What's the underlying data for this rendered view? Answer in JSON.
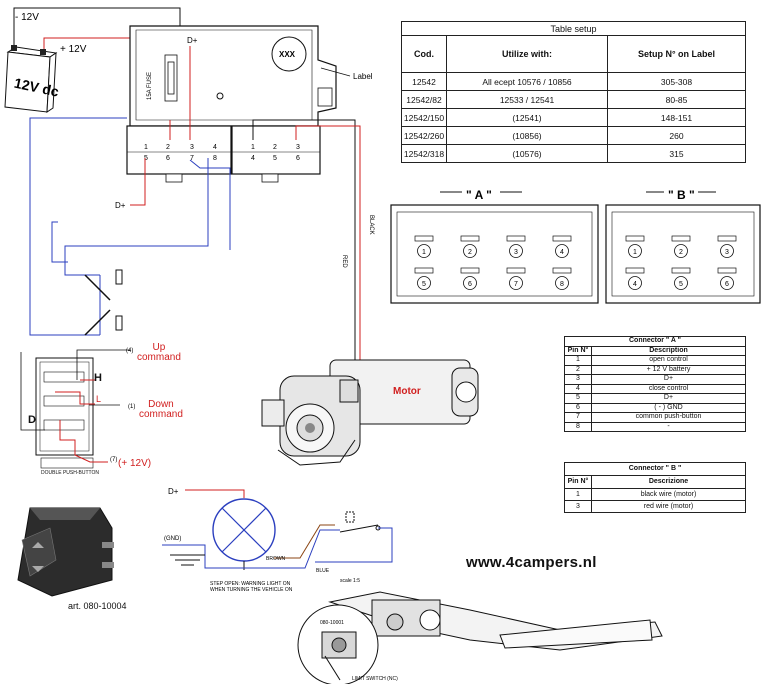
{
  "battery": {
    "neg_label": "- 12V",
    "pos_label": "+ 12V",
    "body_label": "12V dc"
  },
  "ecu": {
    "fuse_label": "15A FUSE",
    "dplus_top": "D+",
    "xxx_label": "XXX",
    "label_callout": "Label",
    "left_pins_top": [
      "1",
      "2",
      "3",
      "4"
    ],
    "left_pins_bottom": [
      "5",
      "6",
      "7",
      "8"
    ],
    "right_pins_top": [
      "1",
      "2",
      "3"
    ],
    "right_pins_bottom": [
      "4",
      "5",
      "6"
    ],
    "dplus_left": "D+"
  },
  "wires": {
    "black": "BLACK",
    "red": "RED"
  },
  "setup_table": {
    "caption": "Table setup",
    "headers": [
      "Cod.",
      "Utilize with:",
      "Setup N° on Label"
    ],
    "rows": [
      [
        "12542",
        "All ecept 10576 / 10856",
        "305-308"
      ],
      [
        "12542/82",
        "12533 / 12541",
        "80-85"
      ],
      [
        "12542/150",
        "(12541)",
        "148-151"
      ],
      [
        "12542/260",
        "(10856)",
        "260"
      ],
      [
        "12542/318",
        "(10576)",
        "315"
      ]
    ]
  },
  "connector_a": {
    "title": "\" A \"",
    "pins_top": [
      "1",
      "2",
      "3",
      "4"
    ],
    "pins_bottom": [
      "5",
      "6",
      "7",
      "8"
    ]
  },
  "connector_b": {
    "title": "\" B \"",
    "pins_top": [
      "1",
      "2",
      "3"
    ],
    "pins_bottom": [
      "4",
      "5",
      "6"
    ]
  },
  "table_a": {
    "caption": "Connector \" A \"",
    "headers": [
      "Pin N°",
      "Description"
    ],
    "rows": [
      [
        "1",
        "open control"
      ],
      [
        "2",
        "+ 12 V battery"
      ],
      [
        "3",
        "D+"
      ],
      [
        "4",
        "close control"
      ],
      [
        "5",
        "D+"
      ],
      [
        "6",
        "( - ) GND"
      ],
      [
        "7",
        "common push-button"
      ],
      [
        "8",
        "-"
      ]
    ]
  },
  "table_b": {
    "caption": "Connector \" B \"",
    "headers": [
      "Pin N°",
      "Descrizione"
    ],
    "rows": [
      [
        "1",
        "black wire (motor)"
      ],
      [
        "3",
        "red wire (motor)"
      ]
    ]
  },
  "switch_panel": {
    "up_num": "(4)",
    "up_label": [
      "Up",
      "command"
    ],
    "down_num": "(1)",
    "down_label": [
      "Down",
      "command"
    ],
    "plus_num": "(7)",
    "plus_label": "(+ 12V)",
    "H": "H",
    "L": "L",
    "D": "D",
    "caption": "DOUBLE PUSH-BUTTON"
  },
  "switch_photo": {
    "article": "art. 080-10004"
  },
  "motor": {
    "label": "Motor"
  },
  "lamp_circuit": {
    "dplus": "D+",
    "gnd": "(GND)",
    "brown": "BROWN",
    "blue": "BLUE",
    "note": [
      "STEP OPEN: WARNING LIGHT ON",
      "WHEN TURNING THE VEHICLE ON"
    ]
  },
  "website": "www.4campers.nl",
  "step_detail": {
    "scale": "scale 1:5",
    "code": "080-10001",
    "limit_switch": "LIMIT SWITCH (NC)"
  },
  "colors": {
    "red": "#d11f1f",
    "blue": "#2b3fbf",
    "brown": "#8b4513",
    "black": "#111111"
  }
}
